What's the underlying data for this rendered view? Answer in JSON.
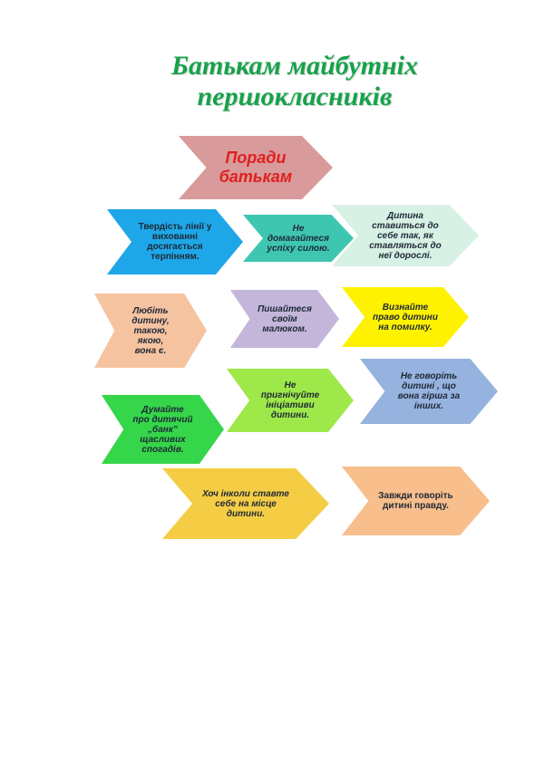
{
  "title_lines": [
    "Батькам майбутніх",
    "першокласників"
  ],
  "header": {
    "text": "Поради\nбатькам",
    "color": "#d99a9b"
  },
  "tips": [
    {
      "text": "Твердість лінії у\nвихованні\nдосягається\nтерпінням.",
      "color": "#1ea7e8"
    },
    {
      "text": "Не\nдомагайтеся\nуспіху силою.",
      "color": "#3fc6b0"
    },
    {
      "text": "Дитина\nставиться до\nсебе так, як\nставляться до\nнеї дорослі.",
      "color": "#d7f1e4"
    },
    {
      "text": "Любіть\nдитину,\nтакою,\nякою,\nвона є.",
      "color": "#f6c3a0"
    },
    {
      "text": "Пишайтеся\nсвоїм\nмалюком.",
      "color": "#c3b6da"
    },
    {
      "text": "Визнайте\nправо дитини\nна помилку.",
      "color": "#fff200"
    },
    {
      "text": "Не\nпригнічуйте\nініціативи\nдитини.",
      "color": "#9ee84a"
    },
    {
      "text": "Не говоріть\nдитині , що\nвона гірша за\nінших.",
      "color": "#95b3de"
    },
    {
      "text": "Думайте\nпро дитячий\n„банк”\nщасливих\nспогадів.",
      "color": "#35d64a"
    },
    {
      "text": "Хоч інколи ставте\nсебе на місце\nдитини.",
      "color": "#f5cd45"
    },
    {
      "text": "Завжди говоріть\nдитині правду.",
      "color": "#f8be8c"
    }
  ]
}
